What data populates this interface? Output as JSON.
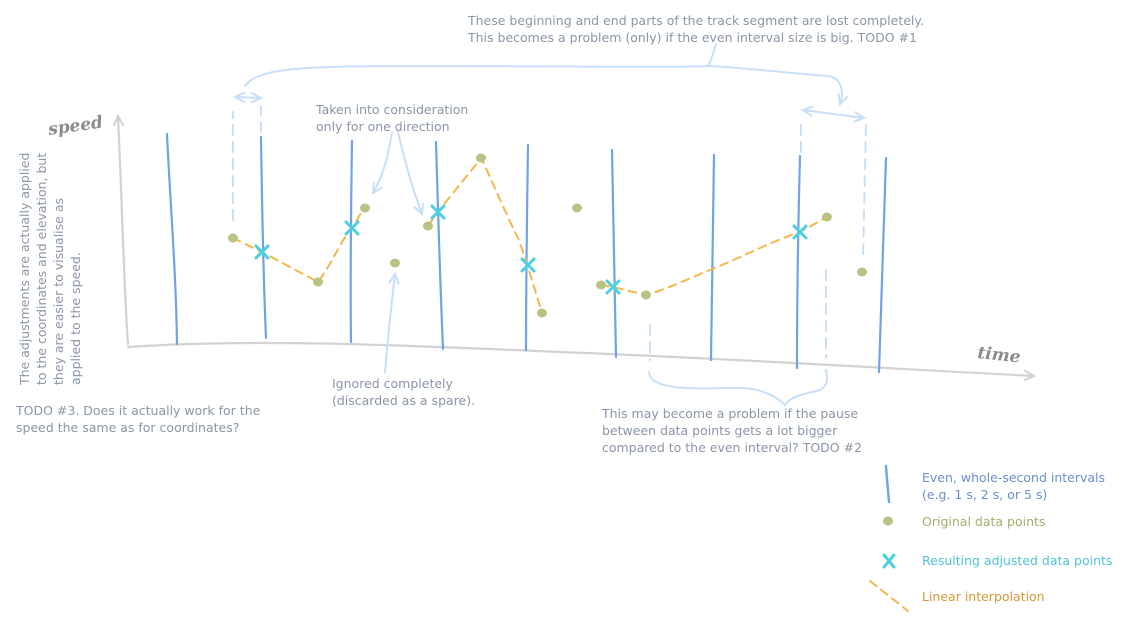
{
  "colors": {
    "interval_line": "#6fa3e6",
    "original_point": "#b8c283",
    "adjusted_point": "#4ccfe0",
    "interpolation": "#f2b84b",
    "annotation_arrow": "#c7dff7",
    "axis": "#d2d2d2",
    "note_text": "#8a96a6"
  },
  "axes": {
    "y_label": "speed",
    "x_label": "time"
  },
  "notes": {
    "segment_lost": "These beginning and end parts of the track segment are lost completely.\nThis becomes a problem (only) if the even interval size is big. TODO #1",
    "one_direction": "Taken into consideration\nonly for one direction",
    "adjustments": "The adjustments are actually applied\nto the coordinates and elevation, but\nthey are easier to visualise as\napplied to the speed.",
    "ignored": "Ignored completely\n(discarded as a spare).",
    "todo3": "TODO #3. Does it actually work for the\nspeed the same as for coordinates?",
    "pause": "This may become a problem if the pause\nbetween data points gets a lot bigger\ncompared to the even interval? TODO #2"
  },
  "legend": {
    "intervals": "Even, whole-second intervals\n(e.g. 1 s, 2 s, or 5 s)",
    "original": "Original data points",
    "adjusted": "Resulting adjusted data points",
    "interpolation": "Linear interpolation"
  },
  "icons": {
    "interval": "vertical-blue-line-icon",
    "original": "olive-dot-icon",
    "adjusted": "cyan-cross-icon",
    "interpolation": "dashed-orange-line-icon"
  }
}
